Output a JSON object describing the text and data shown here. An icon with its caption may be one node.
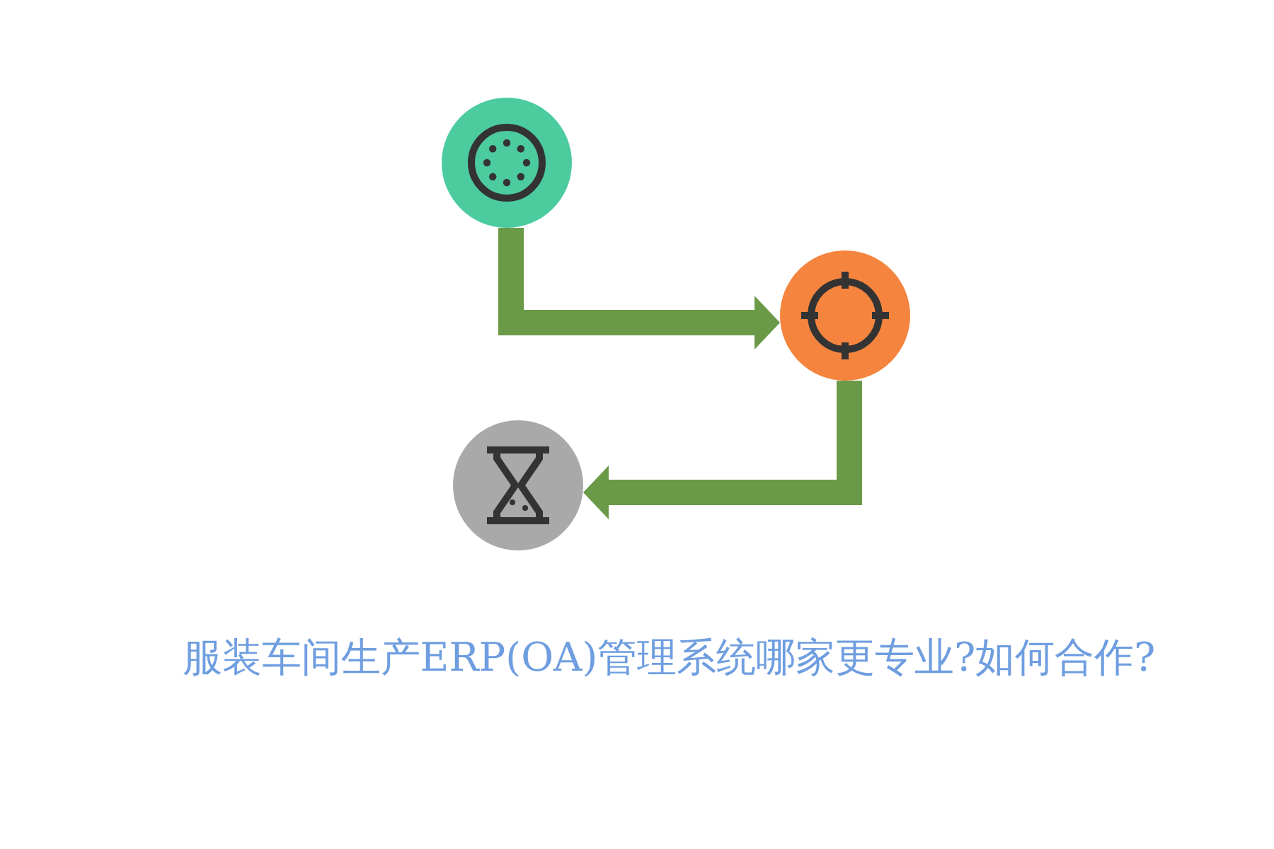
{
  "diagram": {
    "title": "服装车间生产ERP(OA)管理系统哪家更专业?如何合作?",
    "nodes": [
      {
        "text": [],
        "shape": "circle"
      },
      {
        "text": [],
        "shape": "circle"
      },
      {
        "text": [],
        "shape": "circle"
      }
    ],
    "edges": [
      {
        "from": 0,
        "to": 1,
        "arrow": "to"
      },
      {
        "from": 1,
        "to": 2,
        "arrow": "to"
      }
    ]
  }
}
